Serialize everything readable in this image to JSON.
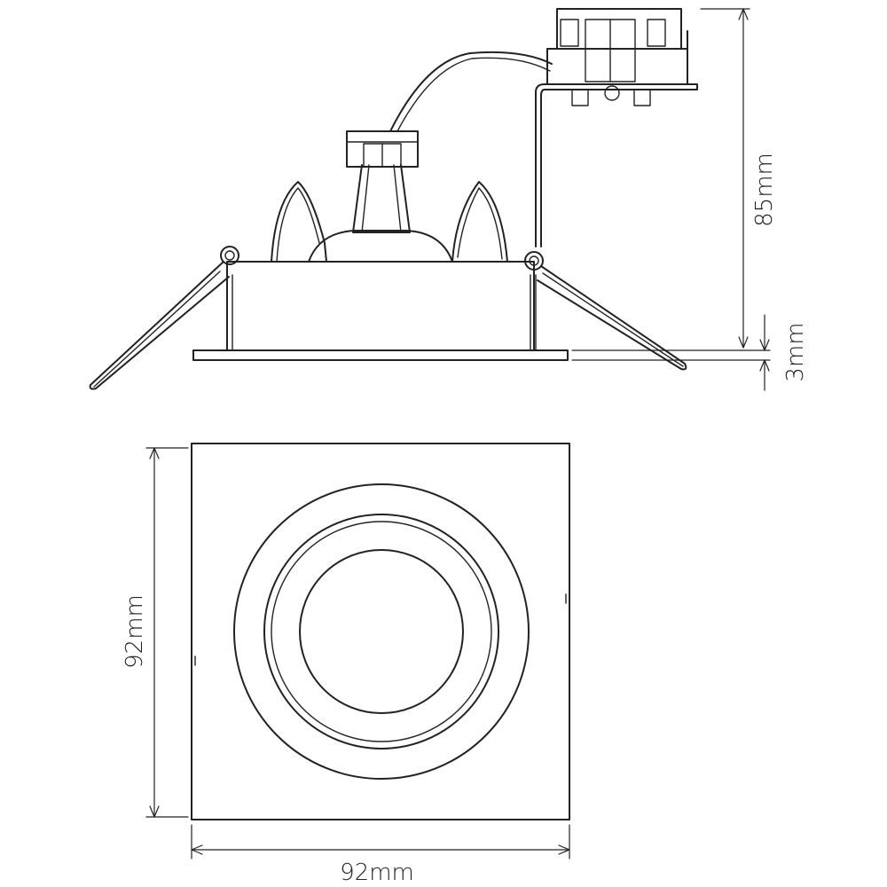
{
  "dimensions": {
    "height_total": "85mm",
    "trim_thickness": "3mm",
    "plate_height": "92mm",
    "plate_width": "92mm"
  },
  "colors": {
    "line": "#222222",
    "background": "#ffffff"
  }
}
